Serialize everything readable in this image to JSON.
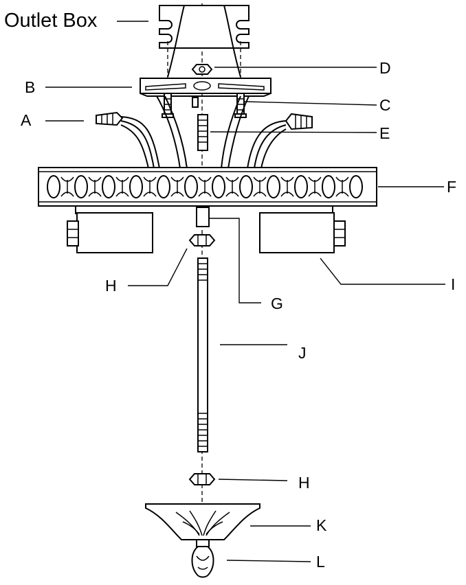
{
  "labels": {
    "outlet_box": "Outlet Box",
    "A": "A",
    "B": "B",
    "C": "C",
    "D": "D",
    "E": "E",
    "F": "F",
    "G": "G",
    "H_upper": "H",
    "H_lower": "H",
    "I": "I",
    "J": "J",
    "K": "K",
    "L": "L"
  }
}
